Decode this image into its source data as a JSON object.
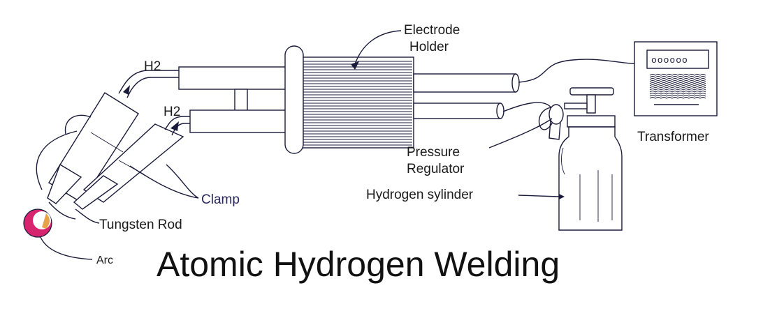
{
  "title": "Atomic Hydrogen Welding",
  "labels": {
    "electrode_holder_line1": "Electrode",
    "electrode_holder_line2": "Holder",
    "h2_upper": "H2",
    "h2_lower": "H2",
    "transformer": "Transformer",
    "pressure_regulator_line1": "Pressure",
    "pressure_regulator_line2": "Regulator",
    "hydrogen_cylinder": "Hydrogen sylinder",
    "clamp": "Clamp",
    "tungsten_rod": "Tungsten Rod",
    "arc": "Arc"
  },
  "transformer_display": "oooooo",
  "colors": {
    "line": "#1a1a3a",
    "arc_outer": "#d6246e",
    "arc_inner": "#e8a24a",
    "clamp_label": "#27275e"
  }
}
